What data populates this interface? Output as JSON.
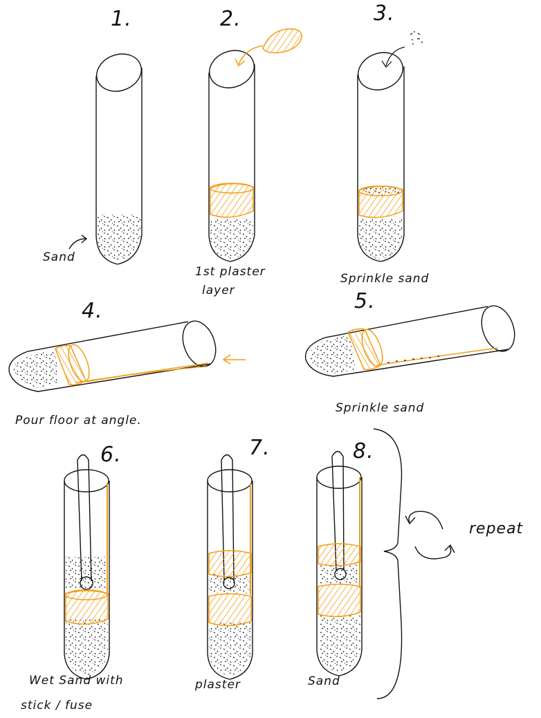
{
  "colors": {
    "ink": "#111111",
    "plaster": "#f39c12"
  },
  "steps": [
    {
      "number": "1.",
      "caption": ""
    },
    {
      "number": "2.",
      "caption": "1st plaster layer"
    },
    {
      "number": "3.",
      "caption": "Sprinkle sand"
    },
    {
      "number": "4.",
      "caption": "Pour floor at angle."
    },
    {
      "number": "5.",
      "caption": "Sprinkle sand"
    },
    {
      "number": "6.",
      "caption": "Wet sand with stick / fuse"
    },
    {
      "number": "7.",
      "caption": "plaster"
    },
    {
      "number": "8.",
      "caption": "Sand"
    }
  ],
  "labels": {
    "sand": "Sand",
    "repeat": "repeat",
    "step2_line1": "1st plaster",
    "step2_line2": "layer",
    "step6_line1": "Wet Sand with",
    "step6_line2": "stick / fuse"
  }
}
